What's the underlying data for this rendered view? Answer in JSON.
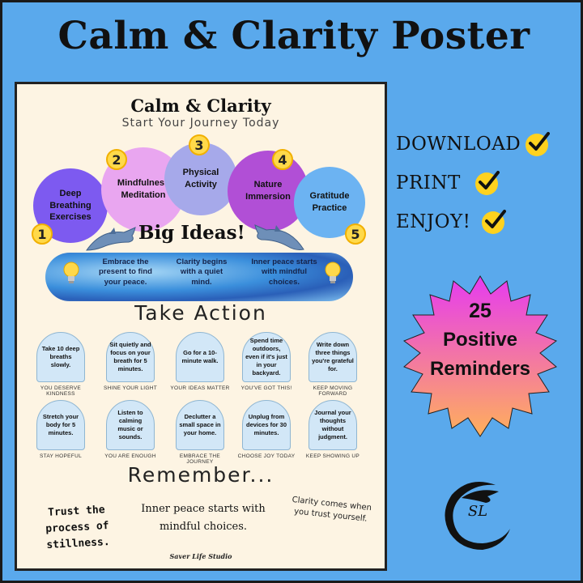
{
  "header": {
    "title": "Calm & Clarity Poster"
  },
  "poster": {
    "title": "Calm & Clarity",
    "subtitle": "Start Your Journey Today",
    "steps": [
      {
        "number": "1",
        "label": "Deep Breathing Exercises",
        "color": "#7d5af0"
      },
      {
        "number": "2",
        "label": "Mindfulness Meditation",
        "color": "#e9a6f0"
      },
      {
        "number": "3",
        "label": "Physical Activity",
        "color": "#a6a9ea"
      },
      {
        "number": "4",
        "label": "Nature Immersion",
        "color": "#b14fd6"
      },
      {
        "number": "5",
        "label": "Gratitude Practice",
        "color": "#6cb3f2"
      }
    ],
    "big_ideas_title": "Big Ideas!",
    "ideas": [
      "Embrace the present to find your peace.",
      "Clarity begins with a quiet mind.",
      "Inner peace starts with mindful choices."
    ],
    "take_action_title": "Take Action",
    "actions": [
      {
        "text": "Take 10 deep breaths slowly.",
        "caption": "YOU DESERVE KINDNESS"
      },
      {
        "text": "Sit quietly and focus on your breath for 5 minutes.",
        "caption": "SHINE YOUR LIGHT"
      },
      {
        "text": "Go for a 10-minute walk.",
        "caption": "YOUR IDEAS MATTER"
      },
      {
        "text": "Spend time outdoors, even if it's just in your backyard.",
        "caption": "YOU'VE GOT THIS!"
      },
      {
        "text": "Write down three things you're grateful for.",
        "caption": "KEEP MOVING FORWARD"
      },
      {
        "text": "Stretch your body for 5 minutes.",
        "caption": "STAY HOPEFUL"
      },
      {
        "text": "Listen to calming music or sounds.",
        "caption": "YOU ARE ENOUGH"
      },
      {
        "text": "Declutter a small space in your home.",
        "caption": "EMBRACE THE JOURNEY"
      },
      {
        "text": "Unplug from devices for 30 minutes.",
        "caption": "CHOOSE JOY TODAY"
      },
      {
        "text": "Journal your thoughts without judgment.",
        "caption": "KEEP SHOWING UP"
      }
    ],
    "remember_title": "Remember...",
    "quotes": [
      "Trust the process of stillness.",
      "Inner peace starts with mindful choices.",
      "Clarity comes when you trust yourself."
    ],
    "studio": "Saver Life Studio"
  },
  "side": {
    "items": [
      "DOWNLOAD",
      "PRINT",
      "ENJOY!"
    ],
    "badge": {
      "line1": "25",
      "line2": "Positive",
      "line3": "Reminders"
    },
    "logo_text": "SL"
  },
  "colors": {
    "background": "#5aa9ec",
    "poster": "#fdf4e3",
    "badge_top": "#e63bf0",
    "badge_bottom": "#ffb05a",
    "check": "#ffd21f"
  }
}
